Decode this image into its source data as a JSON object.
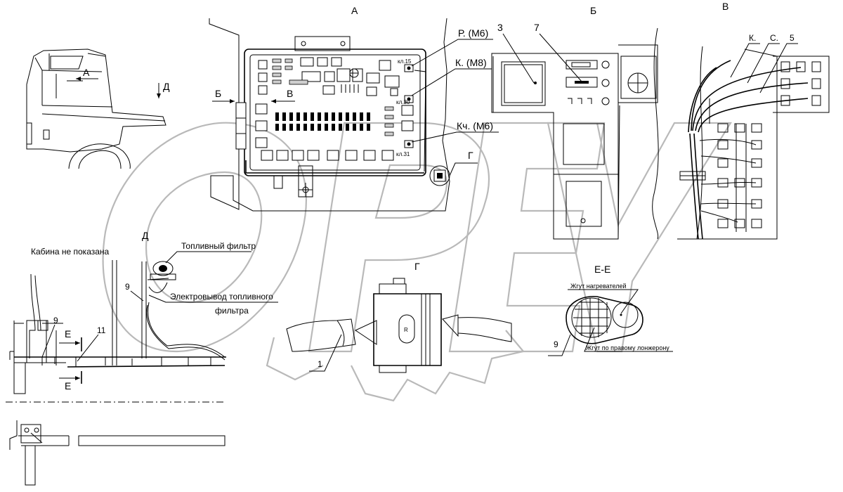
{
  "views": {
    "a": "А",
    "b": "Б",
    "v": "В",
    "g": "Г",
    "e_section": "Е-Е",
    "d": "Д"
  },
  "main_view": {
    "arrow_b": "Б",
    "arrow_v": "В",
    "arrow_a": "А",
    "arrow_d": "Д",
    "terminal_r": "Р. (М6)",
    "terminal_k": "К. (М8)",
    "terminal_kch": "Кч. (М6)",
    "kl15": "кл.15",
    "kl30": "кл.30",
    "kl31": "кл.31",
    "g_ref": "Г"
  },
  "view_b": {
    "ref3": "3",
    "ref7": "7"
  },
  "view_v": {
    "k": "К.",
    "s": "С.",
    "ref5": "5"
  },
  "view_d": {
    "cabin_note": "Кабина не показана",
    "fuel_filter": "Топливный фильтр",
    "filter_wire_1": "Электровывод топливного",
    "filter_wire_2": "фильтра",
    "ref9": "9",
    "ref11": "11",
    "cut_e_top": "Е",
    "cut_e_bottom": "Е"
  },
  "view_g": {
    "ref1": "1",
    "connector_mark": "R"
  },
  "section_e": {
    "heaters_harness": "Жгут нагревателей",
    "right_spar_harness": "Жгут по правому лонжерону",
    "ref9": "9"
  },
  "colors": {
    "ink": "#000000",
    "watermark": "#b9b9b9"
  }
}
